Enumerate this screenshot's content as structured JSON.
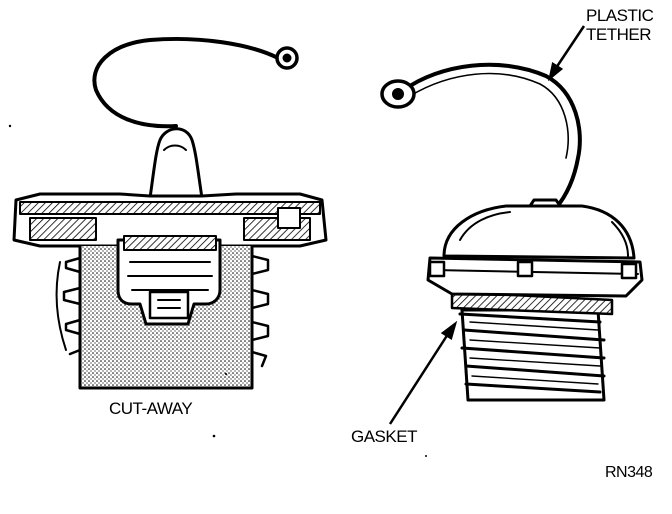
{
  "labels": {
    "plastic_tether_line1": "PLASTIC",
    "plastic_tether_line2": "TETHER",
    "cut_away": "CUT-AWAY",
    "gasket": "GASKET",
    "reference": "RN348"
  },
  "colors": {
    "ink": "#000000",
    "paper": "#ffffff",
    "stipple": "#9a9a9a"
  }
}
